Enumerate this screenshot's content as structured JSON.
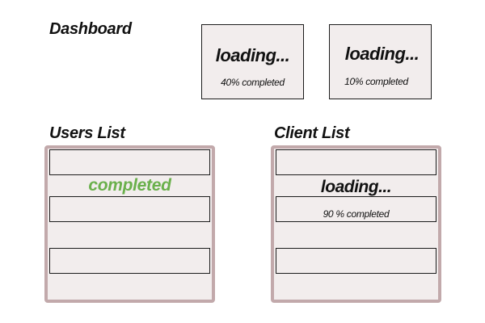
{
  "dashboard": {
    "title": "Dashboard",
    "cards": [
      {
        "loading_label": "loading...",
        "progress_label": "40% completed",
        "progress_fraction": 0.4
      },
      {
        "loading_label": "loading...",
        "progress_label": "10% completed",
        "progress_fraction": 0.1
      }
    ]
  },
  "users_list": {
    "title": "Users List",
    "status_label": "completed",
    "status_color": "#6ab04c"
  },
  "client_list": {
    "title": "Client List",
    "loading_label": "loading...",
    "progress_label": "90 % completed",
    "progress_fraction": 0.9
  },
  "colors": {
    "panel_fill": "#f2eded",
    "panel_border": "#c2a9ab",
    "card_border": "#1c1c1c",
    "text": "#111111"
  }
}
